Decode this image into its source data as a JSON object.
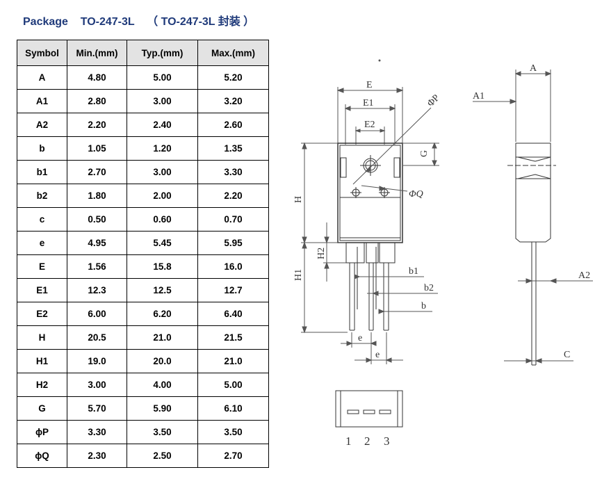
{
  "header": {
    "package_label": "Package",
    "package_name": "TO-247-3L",
    "package_cn": "（ TO-247-3L 封装 ）"
  },
  "table": {
    "columns": [
      "Symbol",
      "Min.(mm)",
      "Typ.(mm)",
      "Max.(mm)"
    ],
    "rows": [
      [
        "A",
        "4.80",
        "5.00",
        "5.20"
      ],
      [
        "A1",
        "2.80",
        "3.00",
        "3.20"
      ],
      [
        "A2",
        "2.20",
        "2.40",
        "2.60"
      ],
      [
        "b",
        "1.05",
        "1.20",
        "1.35"
      ],
      [
        "b1",
        "2.70",
        "3.00",
        "3.30"
      ],
      [
        "b2",
        "1.80",
        "2.00",
        "2.20"
      ],
      [
        "c",
        "0.50",
        "0.60",
        "0.70"
      ],
      [
        "e",
        "4.95",
        "5.45",
        "5.95"
      ],
      [
        "E",
        "1.56",
        "15.8",
        "16.0"
      ],
      [
        "E1",
        "12.3",
        "12.5",
        "12.7"
      ],
      [
        "E2",
        "6.00",
        "6.20",
        "6.40"
      ],
      [
        "H",
        "20.5",
        "21.0",
        "21.5"
      ],
      [
        "H1",
        "19.0",
        "20.0",
        "21.0"
      ],
      [
        "H2",
        "3.00",
        "4.00",
        "5.00"
      ],
      [
        "G",
        "5.70",
        "5.90",
        "6.10"
      ],
      [
        "ϕP",
        "3.30",
        "3.50",
        "3.50"
      ],
      [
        "ϕQ",
        "2.30",
        "2.50",
        "2.70"
      ]
    ]
  },
  "drawing": {
    "labels": {
      "E": "E",
      "E1": "E1",
      "E2": "E2",
      "P": "ΦP",
      "Q": "ΦQ",
      "G": "G",
      "H": "H",
      "H1": "H1",
      "H2": "H2",
      "b1": "b1",
      "b2": "b2",
      "b": "b",
      "e": "e",
      "A": "A",
      "A1": "A1",
      "A2": "A2",
      "C": "C"
    },
    "pins": [
      "1",
      "2",
      "3"
    ]
  }
}
